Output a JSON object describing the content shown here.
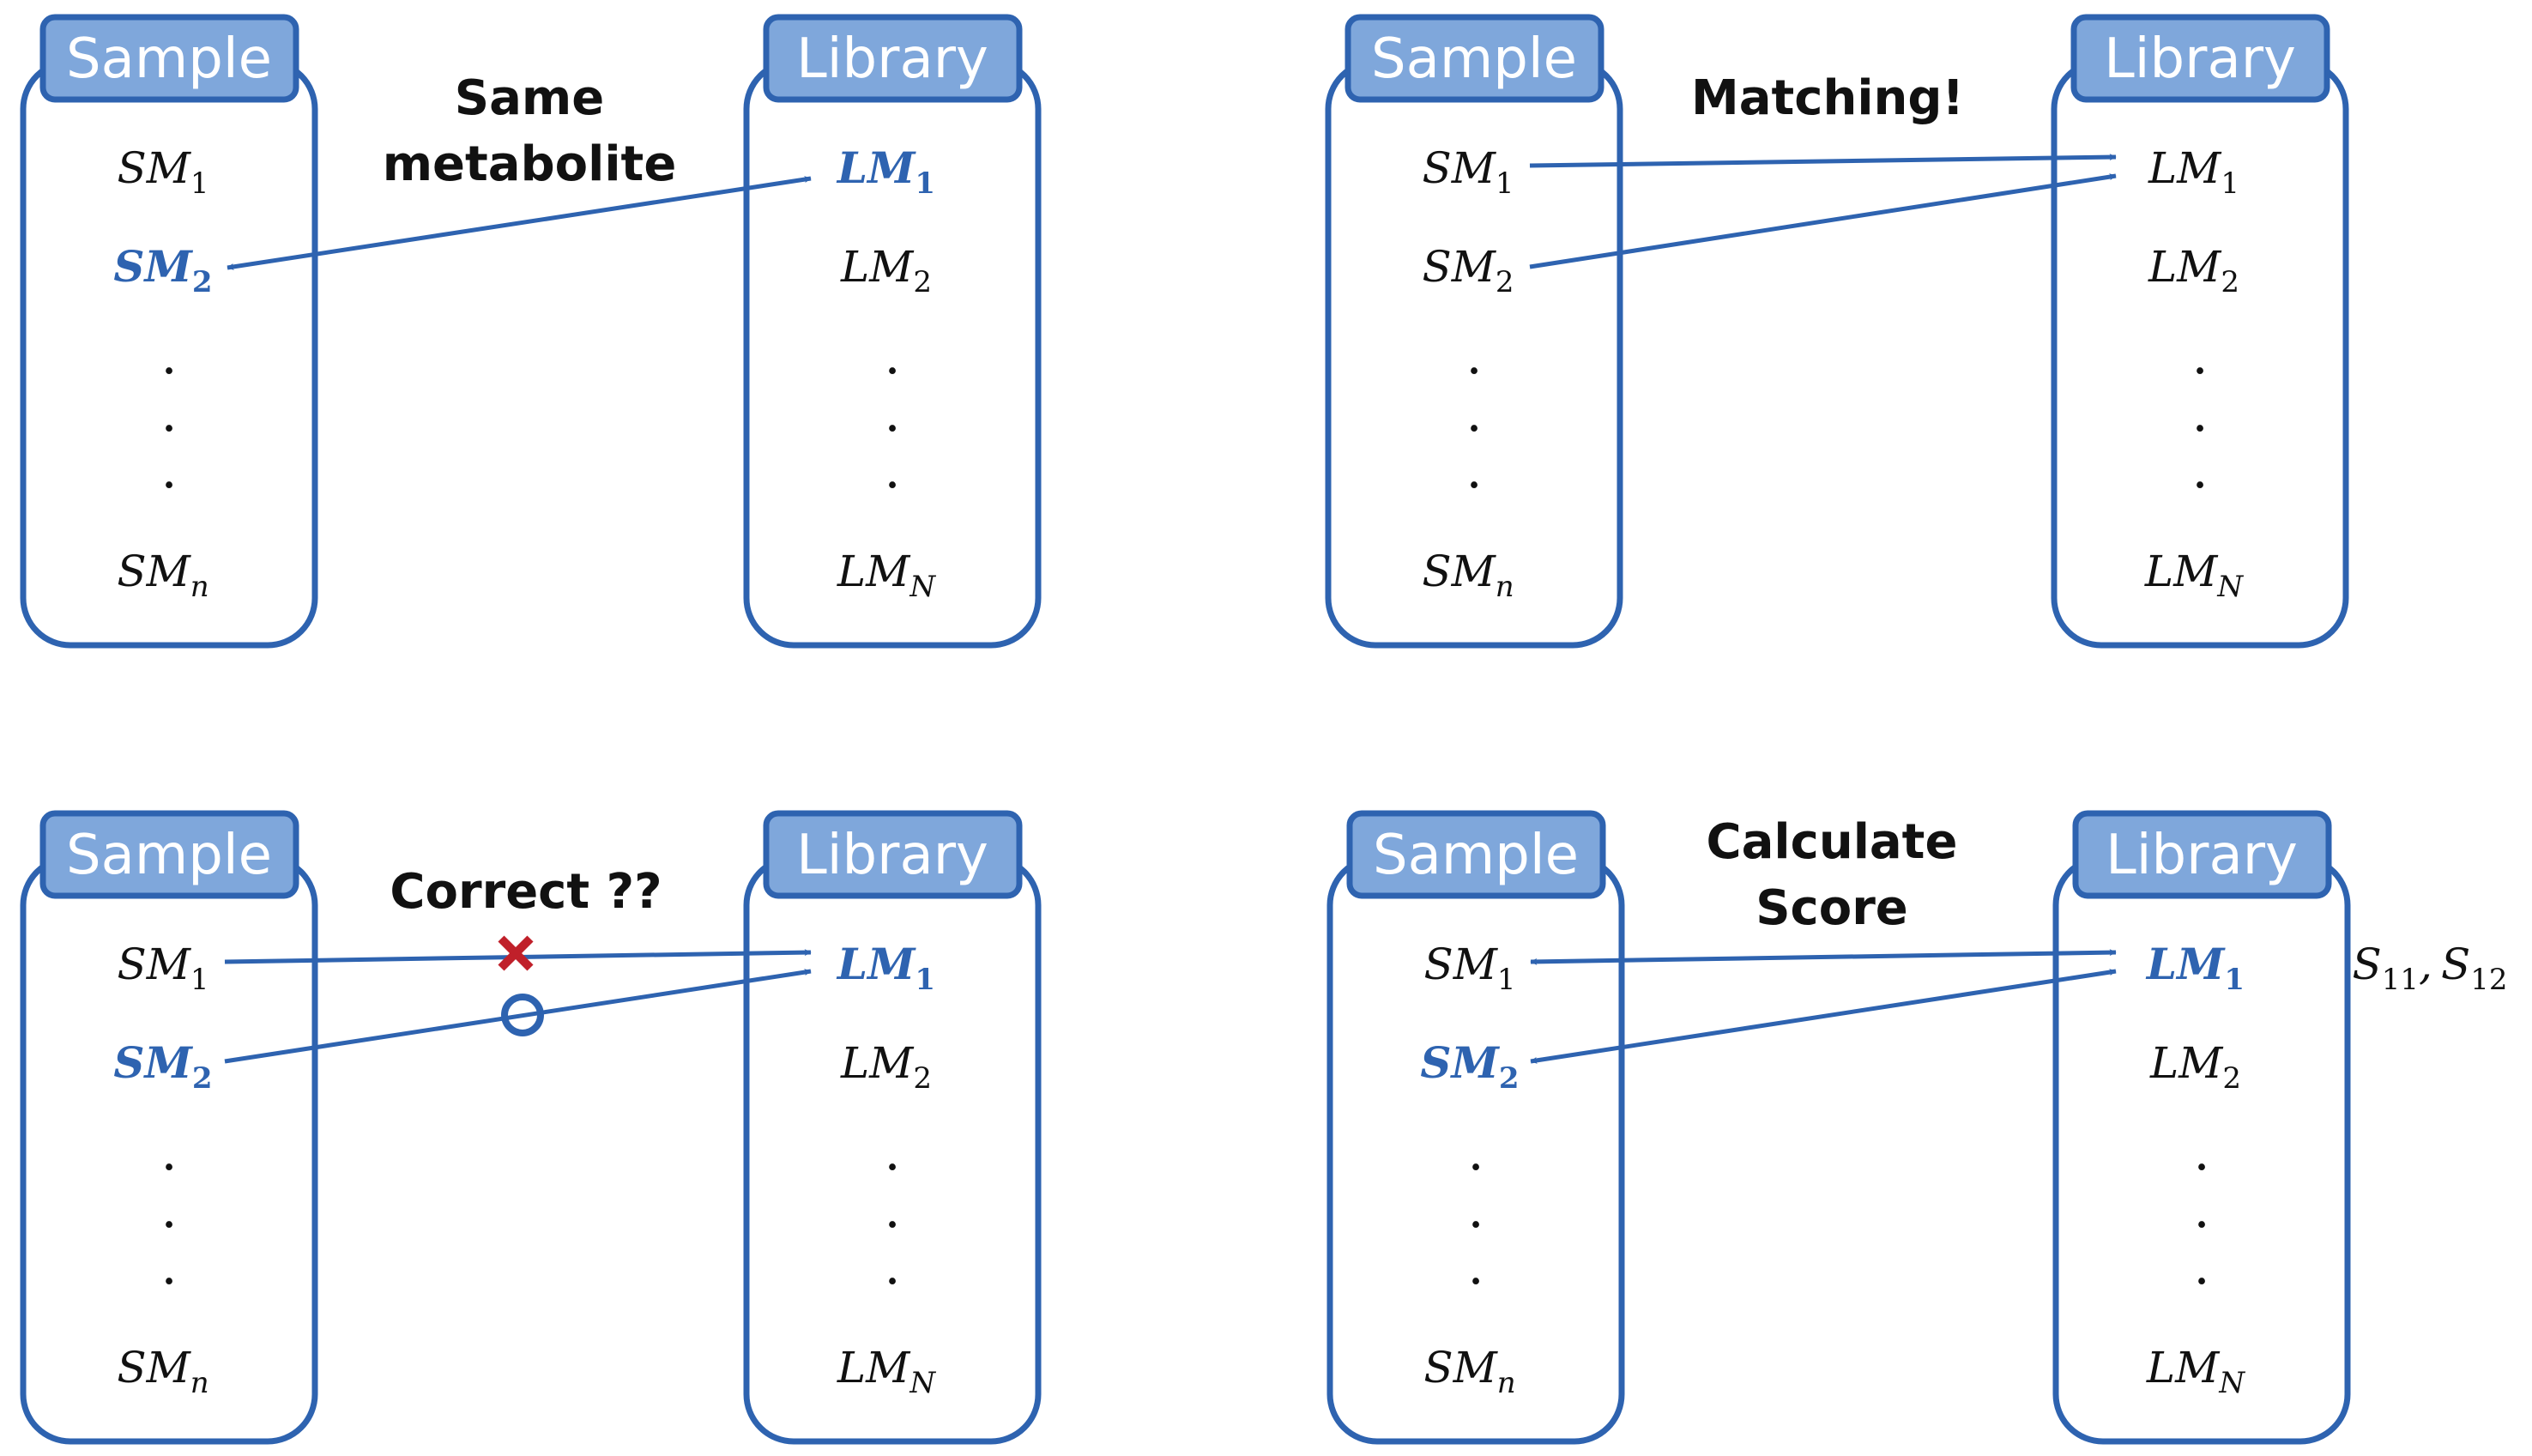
{
  "colors": {
    "box_border": "#2E63B0",
    "tab_fill": "#7FA7DB",
    "arrow": "#2E63B0",
    "highlight": "#2E63B0",
    "cross": "#C0202A",
    "circle": "#2E63B0"
  },
  "tabs": {
    "sample": "Sample",
    "library": "Library"
  },
  "items": {
    "sample": [
      {
        "base": "SM",
        "sub": "1"
      },
      {
        "base": "SM",
        "sub": "2"
      },
      {
        "base": "SM",
        "sub": "n"
      }
    ],
    "library": [
      {
        "base": "LM",
        "sub": "1"
      },
      {
        "base": "LM",
        "sub": "2"
      },
      {
        "base": "LM",
        "sub": "N"
      }
    ],
    "ellipsis": "."
  },
  "panels": [
    {
      "id": "top-left",
      "caption_line1": "Same",
      "caption_line2": "metabolite",
      "highlight_sample": [
        2
      ],
      "highlight_library": [
        1
      ]
    },
    {
      "id": "top-right",
      "caption_line1": "Matching!",
      "caption_line2": "",
      "highlight_sample": [],
      "highlight_library": []
    },
    {
      "id": "bottom-left",
      "caption_line1": "Correct ??",
      "caption_line2": "",
      "highlight_sample": [
        2
      ],
      "highlight_library": [
        1
      ],
      "marks": [
        "cross",
        "circle"
      ]
    },
    {
      "id": "bottom-right",
      "caption_line1": "Calculate",
      "caption_line2": "Score",
      "highlight_sample": [
        2
      ],
      "highlight_library": [
        1
      ],
      "scores": {
        "s1": {
          "base": "S",
          "sub": "11"
        },
        "sep": ",",
        "s2": {
          "base": "S",
          "sub": "12"
        }
      }
    }
  ]
}
